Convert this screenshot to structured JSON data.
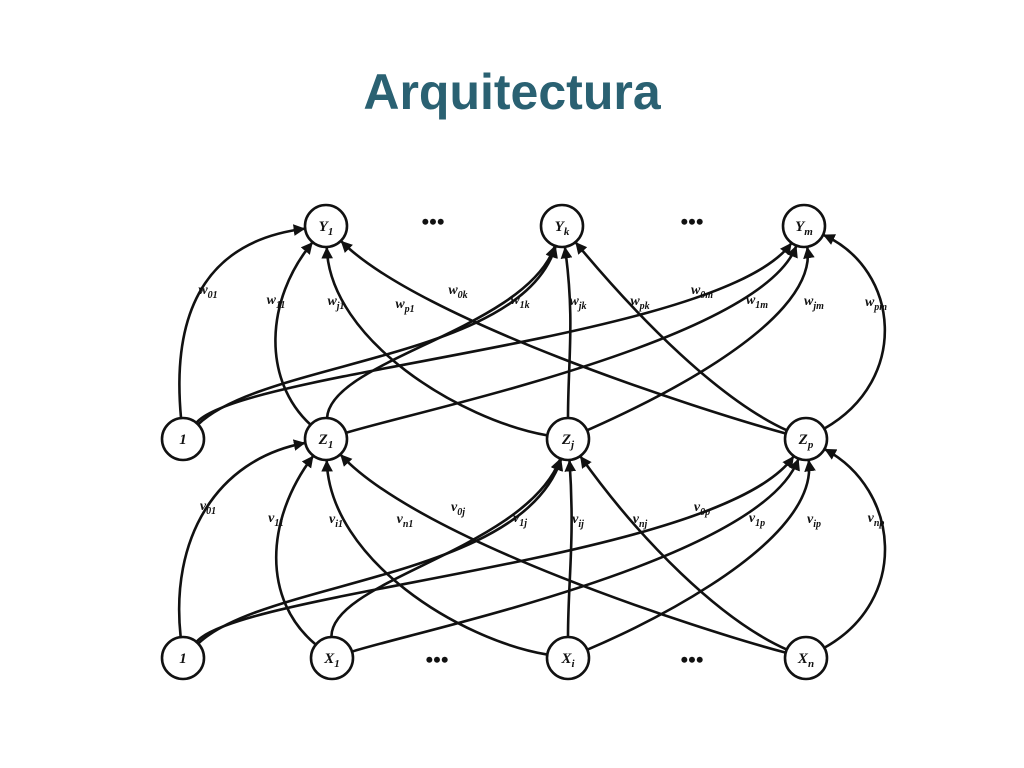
{
  "title": "Arquitectura",
  "diagram": {
    "layers": {
      "output": [
        {
          "id": "Y1",
          "main": "Y",
          "sub": "1"
        },
        {
          "id": "Yk",
          "main": "Y",
          "sub": "k"
        },
        {
          "id": "Ym",
          "main": "Y",
          "sub": "m"
        }
      ],
      "hidden": [
        {
          "id": "B2",
          "main": "1",
          "sub": ""
        },
        {
          "id": "Z1",
          "main": "Z",
          "sub": "1"
        },
        {
          "id": "Zj",
          "main": "Z",
          "sub": "j"
        },
        {
          "id": "Zp",
          "main": "Z",
          "sub": "p"
        }
      ],
      "input": [
        {
          "id": "B1",
          "main": "1",
          "sub": ""
        },
        {
          "id": "X1",
          "main": "X",
          "sub": "1"
        },
        {
          "id": "Xi",
          "main": "X",
          "sub": "i"
        },
        {
          "id": "Xn",
          "main": "X",
          "sub": "n"
        }
      ]
    },
    "ellipses": [
      "•••",
      "•••",
      "•••",
      "•••"
    ],
    "output_weights": [
      {
        "from": "B2",
        "to": "Y1",
        "main": "w",
        "sub": "01"
      },
      {
        "from": "Z1",
        "to": "Y1",
        "main": "w",
        "sub": "11"
      },
      {
        "from": "Zj",
        "to": "Y1",
        "main": "w",
        "sub": "j1"
      },
      {
        "from": "Zp",
        "to": "Y1",
        "main": "w",
        "sub": "p1"
      },
      {
        "from": "B2",
        "to": "Yk",
        "main": "w",
        "sub": "0k"
      },
      {
        "from": "Z1",
        "to": "Yk",
        "main": "w",
        "sub": "1k"
      },
      {
        "from": "Zj",
        "to": "Yk",
        "main": "w",
        "sub": "jk"
      },
      {
        "from": "Zp",
        "to": "Yk",
        "main": "w",
        "sub": "pk"
      },
      {
        "from": "B2",
        "to": "Ym",
        "main": "w",
        "sub": "0m"
      },
      {
        "from": "Z1",
        "to": "Ym",
        "main": "w",
        "sub": "1m"
      },
      {
        "from": "Zj",
        "to": "Ym",
        "main": "w",
        "sub": "jm"
      },
      {
        "from": "Zp",
        "to": "Ym",
        "main": "w",
        "sub": "pm"
      }
    ],
    "hidden_weights": [
      {
        "from": "B1",
        "to": "Z1",
        "main": "v",
        "sub": "01"
      },
      {
        "from": "X1",
        "to": "Z1",
        "main": "v",
        "sub": "11"
      },
      {
        "from": "Xi",
        "to": "Z1",
        "main": "v",
        "sub": "i1"
      },
      {
        "from": "Xn",
        "to": "Z1",
        "main": "v",
        "sub": "n1"
      },
      {
        "from": "B1",
        "to": "Zj",
        "main": "v",
        "sub": "0j"
      },
      {
        "from": "X1",
        "to": "Zj",
        "main": "v",
        "sub": "1j"
      },
      {
        "from": "Xi",
        "to": "Zj",
        "main": "v",
        "sub": "ij"
      },
      {
        "from": "Xn",
        "to": "Zj",
        "main": "v",
        "sub": "nj"
      },
      {
        "from": "B1",
        "to": "Zp",
        "main": "v",
        "sub": "0p"
      },
      {
        "from": "X1",
        "to": "Zp",
        "main": "v",
        "sub": "1p"
      },
      {
        "from": "Xi",
        "to": "Zp",
        "main": "v",
        "sub": "ip"
      },
      {
        "from": "Xn",
        "to": "Zp",
        "main": "v",
        "sub": "np"
      }
    ]
  }
}
